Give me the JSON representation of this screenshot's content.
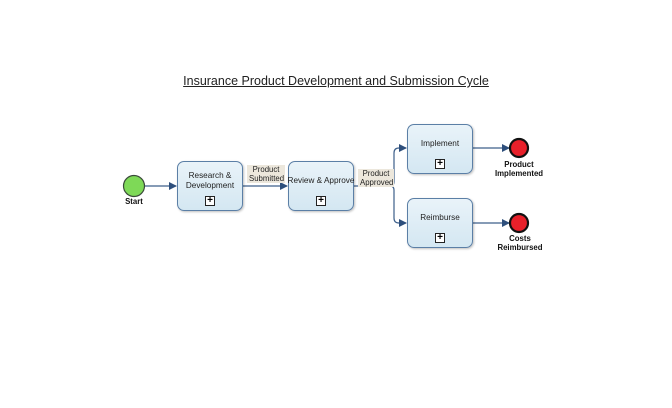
{
  "diagram": {
    "title": "Insurance Product Development and Submission Cycle",
    "start_event": {
      "label": "Start",
      "color": "#7ed957"
    },
    "tasks": [
      {
        "id": "research",
        "label": "Research & Development",
        "marker": "+"
      },
      {
        "id": "review",
        "label": "Review & Approve",
        "marker": "+"
      },
      {
        "id": "implement",
        "label": "Implement",
        "marker": "+"
      },
      {
        "id": "reimburse",
        "label": "Reimburse",
        "marker": "+"
      }
    ],
    "flow_labels": [
      {
        "from": "research",
        "to": "review",
        "label": "Product Submitted"
      },
      {
        "from": "review",
        "to": "implement|reimburse",
        "label": "Product Approved"
      }
    ],
    "end_events": [
      {
        "label": "Product Implemented",
        "color": "#e8202a"
      },
      {
        "label": "Costs Reimbursed",
        "color": "#e8202a"
      }
    ],
    "colors": {
      "connector": "#3d5f8a",
      "task_border": "#5b7fa6",
      "task_fill": "#dcebf4"
    }
  }
}
